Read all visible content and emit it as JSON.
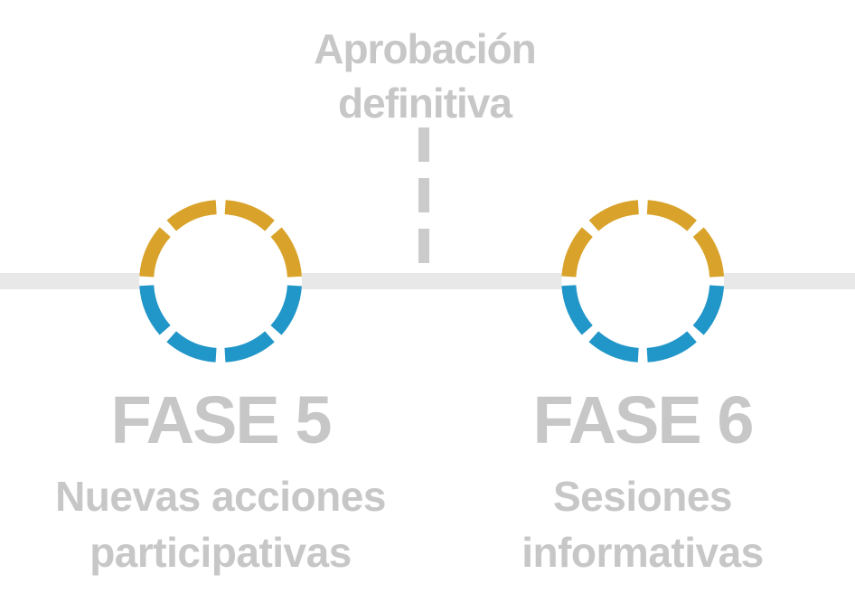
{
  "milestone": {
    "line1": "Aprobación",
    "line2": "definitiva"
  },
  "phases": [
    {
      "name": "FASE 5",
      "desc_line1": "Nuevas acciones",
      "desc_line2": "participativas"
    },
    {
      "name": "FASE 6",
      "desc_line1": "Sesiones",
      "desc_line2": "informativas"
    }
  ],
  "colors": {
    "gold": "#D9A32B",
    "blue": "#2196C8",
    "timeline_gray": "#E8E8E8",
    "text_gray": "#C7C7C7",
    "dashed_line_gray": "#CBCBCB"
  }
}
